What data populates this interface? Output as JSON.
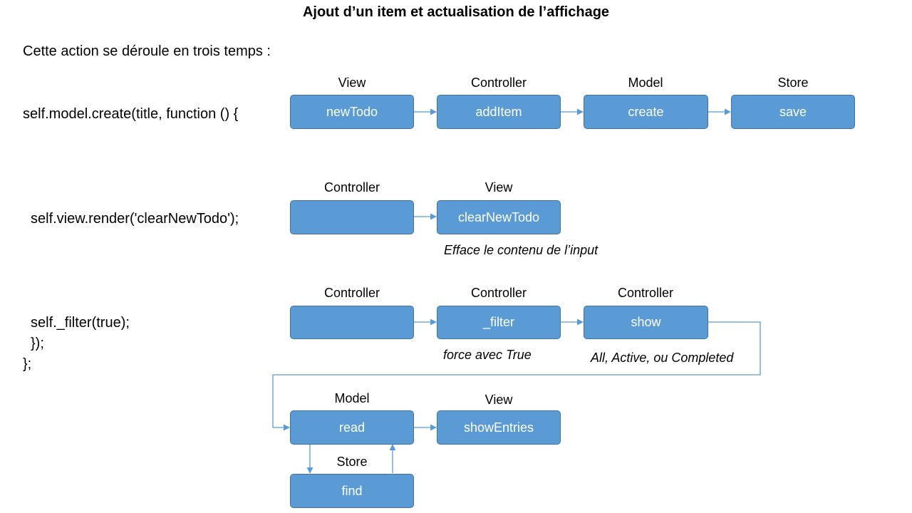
{
  "title": "Ajout d’un item et actualisation de l’affichage",
  "intro": "Cette action se déroule en trois temps :",
  "code": {
    "line1": "self.model.create(title, function () {",
    "line2": "self.view.render('clearNewTodo');",
    "line3": "self._filter(true);",
    "line4": "});",
    "line5": "};"
  },
  "row1": {
    "labels": [
      "View",
      "Controller",
      "Model",
      "Store"
    ],
    "boxes": [
      "newTodo",
      "addItem",
      "create",
      "save"
    ]
  },
  "row2": {
    "labels": [
      "Controller",
      "View"
    ],
    "boxes": [
      "",
      "clearNewTodo"
    ],
    "note": "Efface le contenu de l’input"
  },
  "row3": {
    "labels": [
      "Controller",
      "Controller",
      "Controller"
    ],
    "boxes": [
      "",
      "_filter",
      "show"
    ],
    "note_filter": "force avec True",
    "note_show": "All, Active, ou Completed"
  },
  "row4": {
    "labels": [
      "Model",
      "View"
    ],
    "boxes": [
      "read",
      "showEntries"
    ]
  },
  "row5": {
    "labels": [
      "Store"
    ],
    "boxes": [
      "find"
    ]
  },
  "colors": {
    "box_fill": "#5b9bd5",
    "box_border": "#41719c",
    "connector": "#5b9bd5"
  }
}
